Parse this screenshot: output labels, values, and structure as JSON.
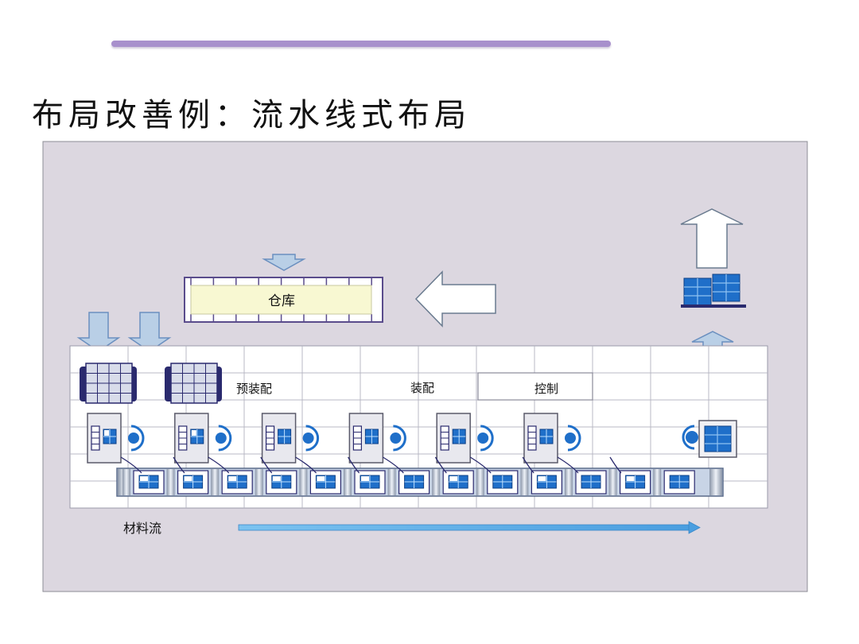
{
  "slide": {
    "title": "布局改善例：流水线式布局"
  },
  "diagram": {
    "warehouse_label": "仓库",
    "zone_labels": {
      "pre_assembly": "预装配",
      "assembly": "装配",
      "control": "控制"
    },
    "material_flow_label": "材料流",
    "workstation_count": 6,
    "conveyor_unit_count": 13
  },
  "colors": {
    "accent_bar": "#a890cc",
    "diagram_bg": "#dcd7e0",
    "arrow_fill": "#b9cfe6",
    "box_blue": "#1f6fc9",
    "flow_arrow": "#6ab4ea",
    "warehouse_fill": "#f8f8d2"
  }
}
